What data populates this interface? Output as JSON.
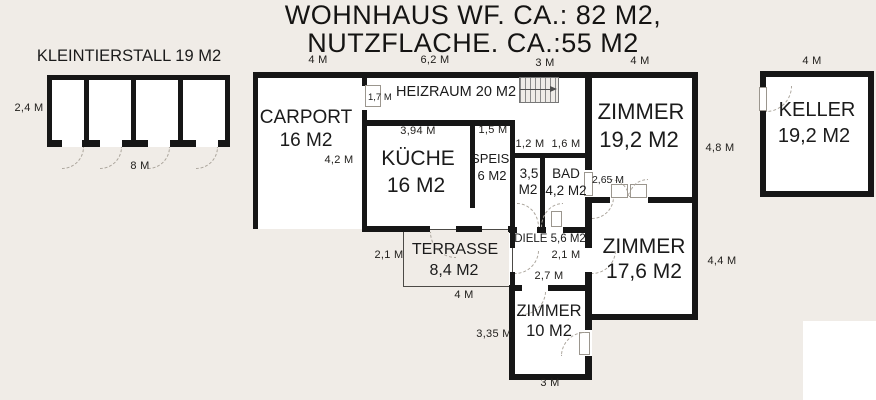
{
  "title": {
    "line1": "WOHNHAUS WF. CA.: 82 M2,",
    "line2": "NUTZFLACHE. CA.:55 M2"
  },
  "colors": {
    "background": "#f0ece7",
    "wall": "#161616",
    "room_fill": "#ffffff",
    "door_swing": "#aaa49b",
    "text": "#1b1b1b"
  },
  "outbuilding": {
    "label": "KLEINTIERSTALL 19 M2",
    "dim_height": "2,4 M",
    "dim_width": "8 M"
  },
  "rooms": {
    "carport": {
      "name": "CARPORT",
      "area": "16 M2"
    },
    "heizraum": {
      "label": "HEIZRAUM  20 M2"
    },
    "kueche": {
      "name": "KÜCHE",
      "area": "16 M2"
    },
    "speis": {
      "name": "SPEIS.",
      "area": "6 M2"
    },
    "wc": {
      "name": "3,5",
      "area": "M2"
    },
    "bad": {
      "name": "BAD",
      "area": "4,2 M2"
    },
    "zimmer1": {
      "name": "ZIMMER",
      "area": "19,2 M2"
    },
    "zimmer2": {
      "name": "ZIMMER",
      "area": "17,6 M2"
    },
    "zimmer3": {
      "name": "ZIMMER",
      "area": "10 M2"
    },
    "diele": {
      "label": "DIELE 5,6 M2"
    },
    "terrasse": {
      "name": "TERRASSE",
      "area": "8,4 M2"
    },
    "keller": {
      "name": "KELLER",
      "area": "19,2 M2"
    }
  },
  "dims": {
    "top_carport": "4 M",
    "top_heizraum": "6,2 M",
    "top_stairs": "3 M",
    "top_zimmer1": "4 M",
    "top_keller": "4 M",
    "carport_height": "4,2 M",
    "heizraum_door": "1,7 M",
    "kueche_width": "3,94 M",
    "speis_width": "1,5 M",
    "wc_width": "1,2 M",
    "bad_width": "1,6 M",
    "zimmer1_height": "4,8 M",
    "zimmer1_door": "2,65 M",
    "diele_width": "2,1 M",
    "diele_door": "2,7 M",
    "zimmer2_height": "4,4 M",
    "terrasse_height": "2,1 M",
    "terrasse_width": "4 M",
    "zimmer3_height": "3,35 M",
    "zimmer3_width": "3 M"
  }
}
